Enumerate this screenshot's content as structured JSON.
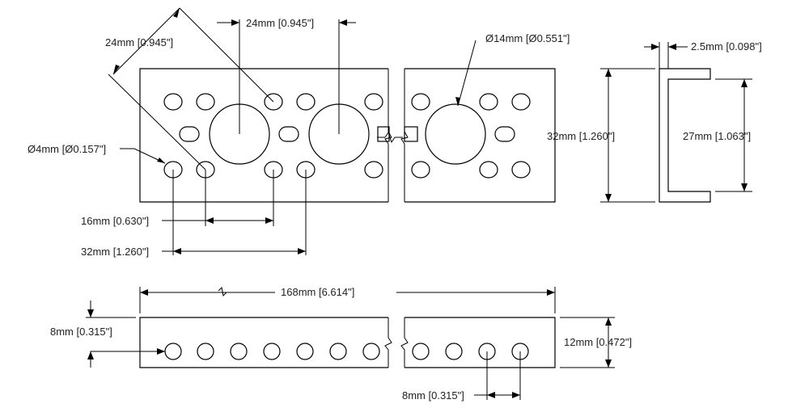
{
  "labels": {
    "diag_24": "24mm [0.945\"]",
    "top_24": "24mm [0.945\"]",
    "dia14": "Ø14mm [Ø0.551\"]",
    "wall": "2.5mm [0.098\"]",
    "dia4": "Ø4mm [Ø0.157\"]",
    "h32": "32mm [1.260\"]",
    "h27": "27mm [1.063\"]",
    "d16": "16mm [0.630\"]",
    "d32": "32mm [1.260\"]",
    "len168": "168mm [6.614\"]",
    "e8": "8mm [0.315\"]",
    "h12": "12mm [0.472\"]",
    "p8": "8mm [0.315\"]"
  }
}
